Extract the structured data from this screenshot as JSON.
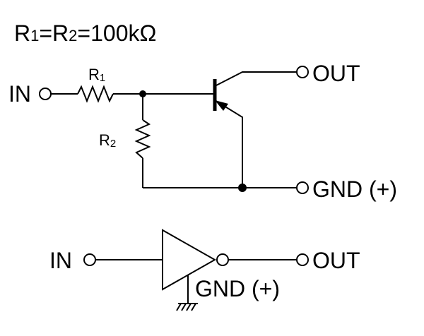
{
  "heading": {
    "r1": "R",
    "r1_sub": "1",
    "eq1": "=R",
    "r2_sub": "2",
    "eq2": "=100kΩ"
  },
  "schematic": {
    "r1_label": "R",
    "r1_sub": "1",
    "r2_label": "R",
    "r2_sub": "2",
    "in_label": "IN",
    "out_label": "OUT",
    "gnd_label": "GND (+)"
  },
  "symbol": {
    "in_label": "IN",
    "out_label": "OUT",
    "gnd_label": "GND (+)"
  }
}
